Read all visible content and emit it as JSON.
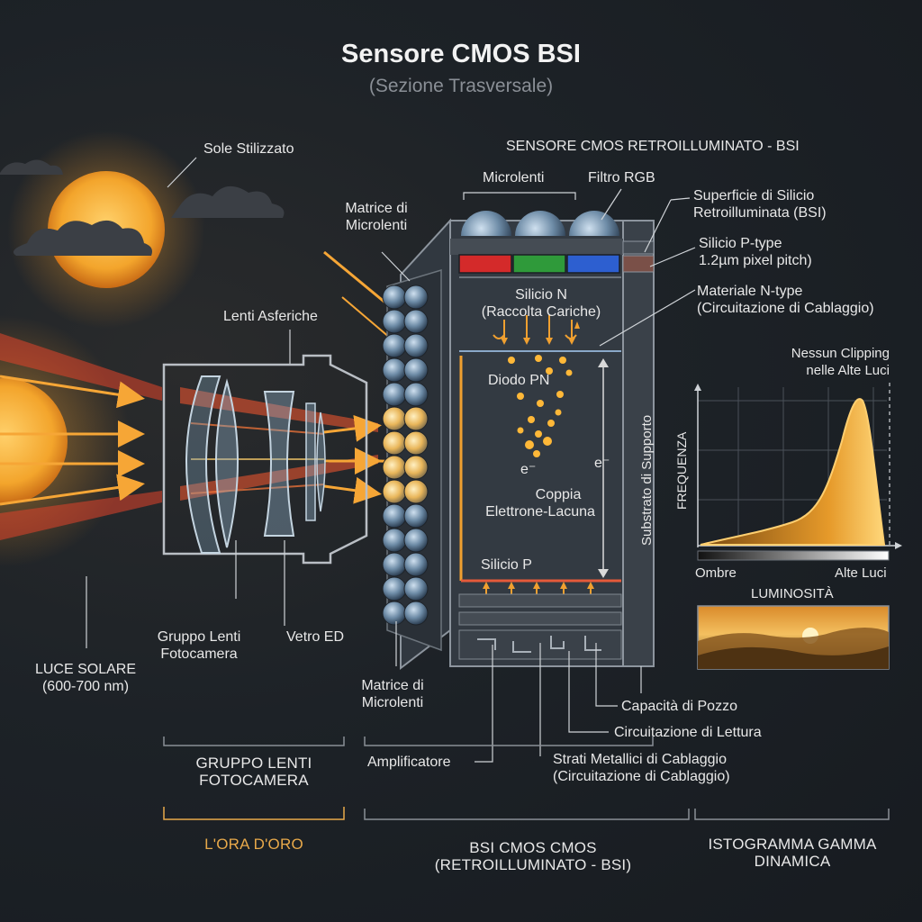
{
  "title": "Sensore CMOS BSI",
  "subtitle": "(Sezione Trasversale)",
  "labels": {
    "sun": "Sole Stilizzato",
    "lens_aspheric": "Lenti Asferiche",
    "lens_group_line1": "Gruppo Lenti",
    "lens_group_line2": "Fotocamera",
    "ed_glass": "Vetro ED",
    "sunlight_line1": "LUCE SOLARE",
    "sunlight_line2": "(600-700 nm)",
    "microlens_matrix_top_line1": "Matrice di",
    "microlens_matrix_top_line2": "Microlenti",
    "microlens_matrix_bottom_line1": "Matrice di",
    "microlens_matrix_bottom_line2": "Microlenti",
    "sensor_header": "SENSORE CMOS RETROILLUMINATO - BSI",
    "microlenses": "Microlenti",
    "rgb_filter": "Filtro RGB",
    "bsi_surface_line1": "Superficie di Silicio",
    "bsi_surface_line2": "Retroilluminata (BSI)",
    "ptype_line1": "Silicio P-type",
    "ptype_line2": "1.2µm pixel pitch)",
    "ntype_line1": "Materiale N-type",
    "ntype_line2": "(Circuitazione di Cablaggio)",
    "silicon_n_line1": "Silicio N",
    "silicon_n_line2": "(Raccolta Cariche)",
    "pn_diode": "Diodo PN",
    "electron_1": "e⁻",
    "electron_2": "e⁻",
    "pair_line1": "Coppia",
    "pair_line2": "Elettrone-Lacuna",
    "silicon_p": "Silicio P",
    "support_substrate": "Substrato di Supporto",
    "well_capacity": "Capacità di Pozzo",
    "readout_circuit": "Circuitazione di Lettura",
    "metal_layers_line1": "Strati Metallici di Cablaggio",
    "metal_layers_line2": "(Circuitazione di Cablaggio)",
    "amplifier": "Amplificatore"
  },
  "histogram": {
    "no_clipping_line1": "Nessun Clipping",
    "no_clipping_line2": "nelle Alte Luci",
    "ylabel": "FREQUENZA",
    "xlabel": "LUMINOSITÀ",
    "left_tick": "Ombre",
    "right_tick": "Alte Luci"
  },
  "sections": {
    "lens_group_line1": "GRUPPO LENTI",
    "lens_group_line2": "FOTOCAMERA",
    "golden_hour": "L'ORA D'ORO",
    "bsi_line1": "BSI CMOS CMOS",
    "bsi_line2": "(RETROILLUMINATO - BSI)",
    "histogram_line1": "ISTOGRAMMA GAMMA",
    "histogram_line2": "DINAMICA"
  },
  "colors": {
    "accent_orange": "#f0a030",
    "filter_red": "#d42a2a",
    "filter_green": "#2f9a3a",
    "filter_blue": "#2d5fd0",
    "golden_text": "#e8a94a"
  }
}
